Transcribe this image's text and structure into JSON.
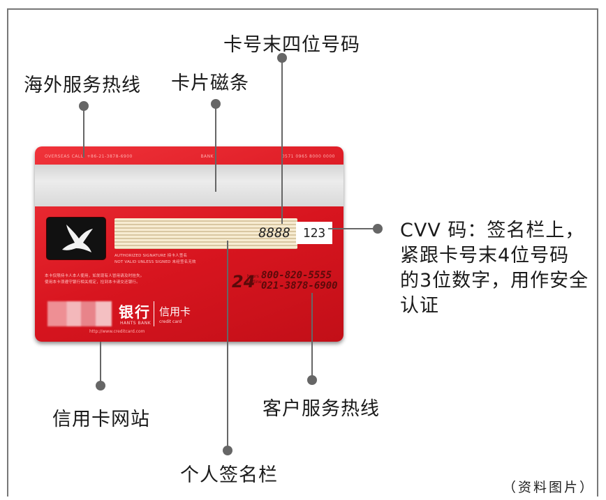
{
  "labels": {
    "card_last4": "卡号末四位号码",
    "overseas_hotline": "海外服务热线",
    "magnetic_stripe": "卡片磁条",
    "website": "信用卡网站",
    "customer_hotline": "客户服务热线",
    "signature_panel": "个人签名栏",
    "cvv_lines": [
      "CVV 码：签名栏上，",
      "紧跟卡号末4位号码",
      "的3位数字，用作安全",
      "认证"
    ],
    "source": "（资料图片）"
  },
  "card": {
    "top_left_text": "OVERSEAS CALL: +86-21-3878-6900",
    "top_mid_text": "BANK",
    "top_right_text": "0571 0965 8000 0000",
    "signature_number": "8888",
    "cvv": "123",
    "fine_print_1": "AUTHORIZED SIGNATURE  持卡人签名",
    "fine_print_2": "NOT VALID UNLESS SIGNED  未经签名无效",
    "fine_print_3": "本卡仅限持卡人本人使用，如发现有人冒用请及时挂失。",
    "fine_print_4": "使用本卡须遵守银行相关规定，捡到本卡请交还银行。",
    "hotline_24": "24",
    "hotline_hours": "hours\nhotline",
    "phone_1": "800-820-5555",
    "phone_2": "021-3878-6900",
    "bank_name": "银行",
    "bank_english": "HANTS BANK",
    "card_type": "信用卡",
    "card_sub": "credit card",
    "url": "http://www.creditcard.com"
  }
}
